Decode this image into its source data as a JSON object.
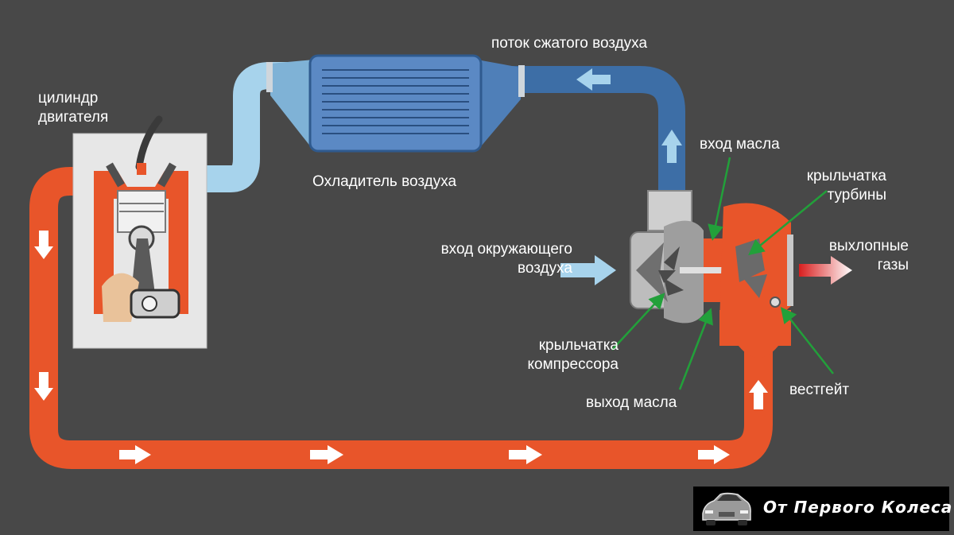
{
  "labels": {
    "engine_cylinder": [
      "цилиндр",
      "двигателя"
    ],
    "compressed_air_flow": "поток сжатого воздуха",
    "air_cooler": "Охладитель воздуха",
    "oil_inlet": "вход масла",
    "turbine_wheel": [
      "крыльчатка",
      "турбины"
    ],
    "ambient_air_inlet": [
      "вход окружающего",
      "воздуха"
    ],
    "exhaust_gases": [
      "выхлопные",
      "газы"
    ],
    "compressor_wheel": [
      "крыльчатка",
      "компрессора"
    ],
    "oil_outlet": "выход масла",
    "wastegate": "вестгейт"
  },
  "watermark": {
    "text": "От Первого Колеса",
    "icon": "car-icon"
  },
  "colors": {
    "background": "#484848",
    "cold_air": "#9fd0ea",
    "compressed_air": "#3d6ea6",
    "exhaust": "#e8552a",
    "pointer": "#22a03a"
  }
}
